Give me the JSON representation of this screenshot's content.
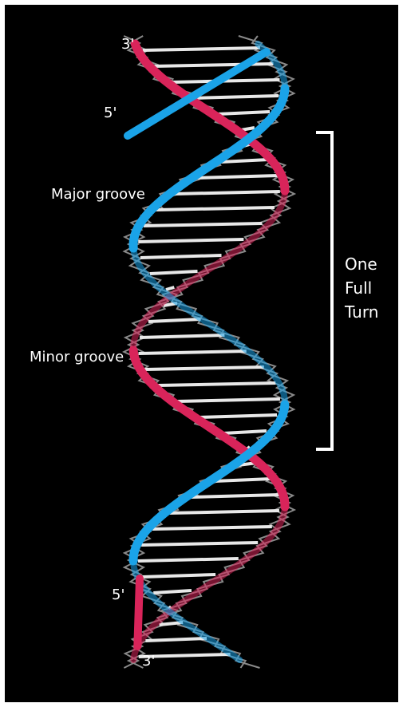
{
  "labels": {
    "three_prime_top": "3'",
    "five_prime_top": "5'",
    "major_groove": "Major groove",
    "minor_groove": "Minor groove",
    "five_prime_bottom": "5'",
    "three_prime_bottom": "3'"
  },
  "turn_label": [
    "One",
    "Full",
    "Turn"
  ],
  "colors": {
    "background": "#000000",
    "strand_a": "#d9245a",
    "strand_b": "#1aa3e8",
    "bases": "#e8e8e8",
    "backbone_atoms": "#8a8a8a",
    "bracket": "#ffffff"
  },
  "icons": [
    "dna-double-helix"
  ]
}
